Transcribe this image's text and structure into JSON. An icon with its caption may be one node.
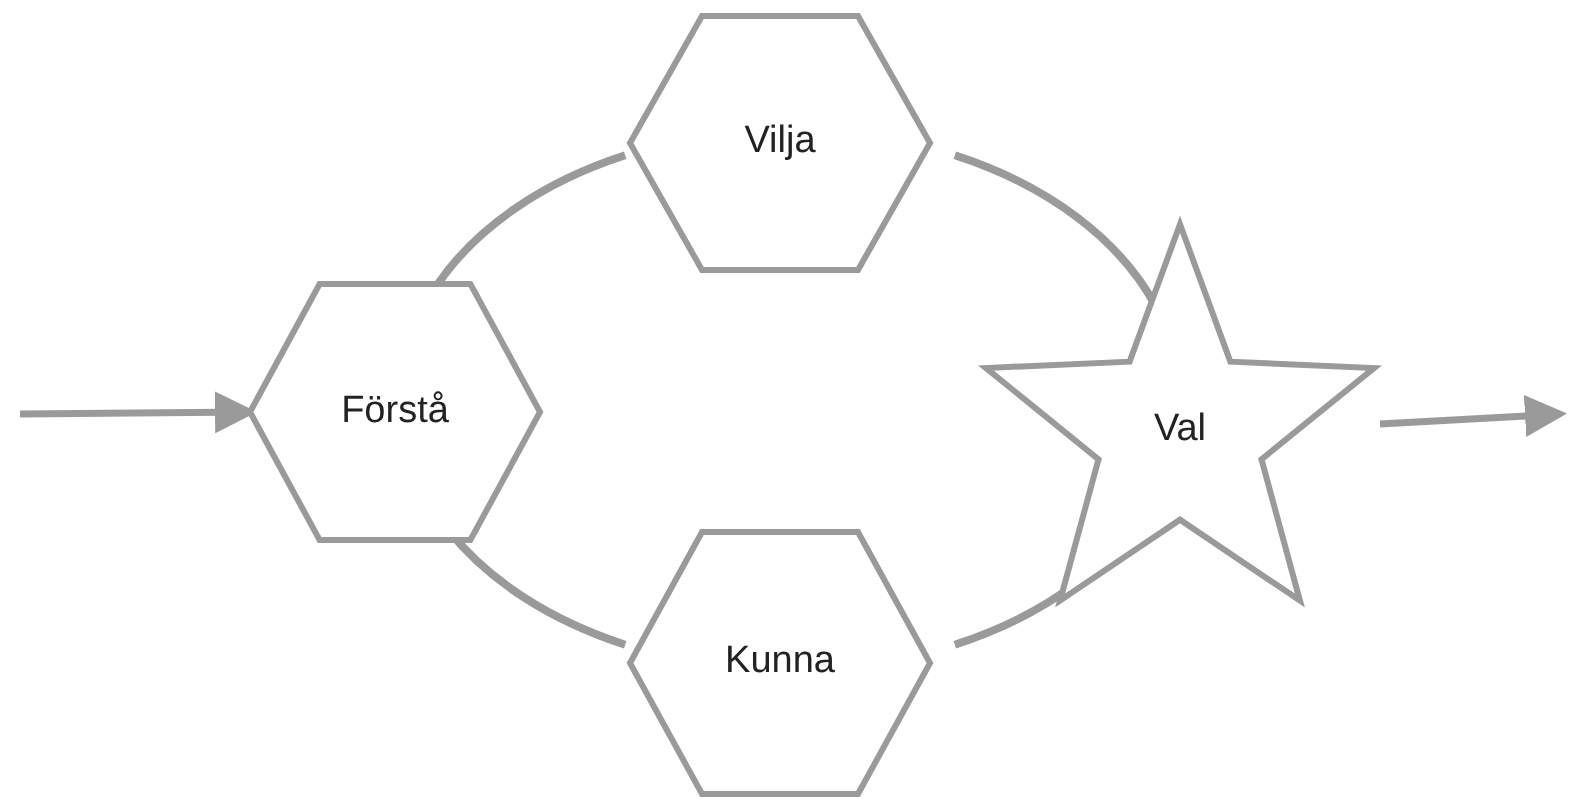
{
  "diagram": {
    "nodes": [
      {
        "text": [
          "Förstå"
        ]
      },
      {
        "text": [
          "Vilja"
        ]
      },
      {
        "text": [
          "Kunna"
        ]
      },
      {
        "text": [
          "Val"
        ]
      }
    ],
    "edges": [
      {
        "from": 0,
        "to": 1,
        "arrow": "none"
      },
      {
        "from": 1,
        "to": 3,
        "arrow": "none"
      },
      {
        "from": 3,
        "to": 2,
        "arrow": "none"
      },
      {
        "from": 2,
        "to": 0,
        "arrow": "none"
      },
      {
        "from": null,
        "to": 0,
        "arrow": "to"
      },
      {
        "from": 3,
        "to": null,
        "arrow": "to"
      }
    ]
  }
}
